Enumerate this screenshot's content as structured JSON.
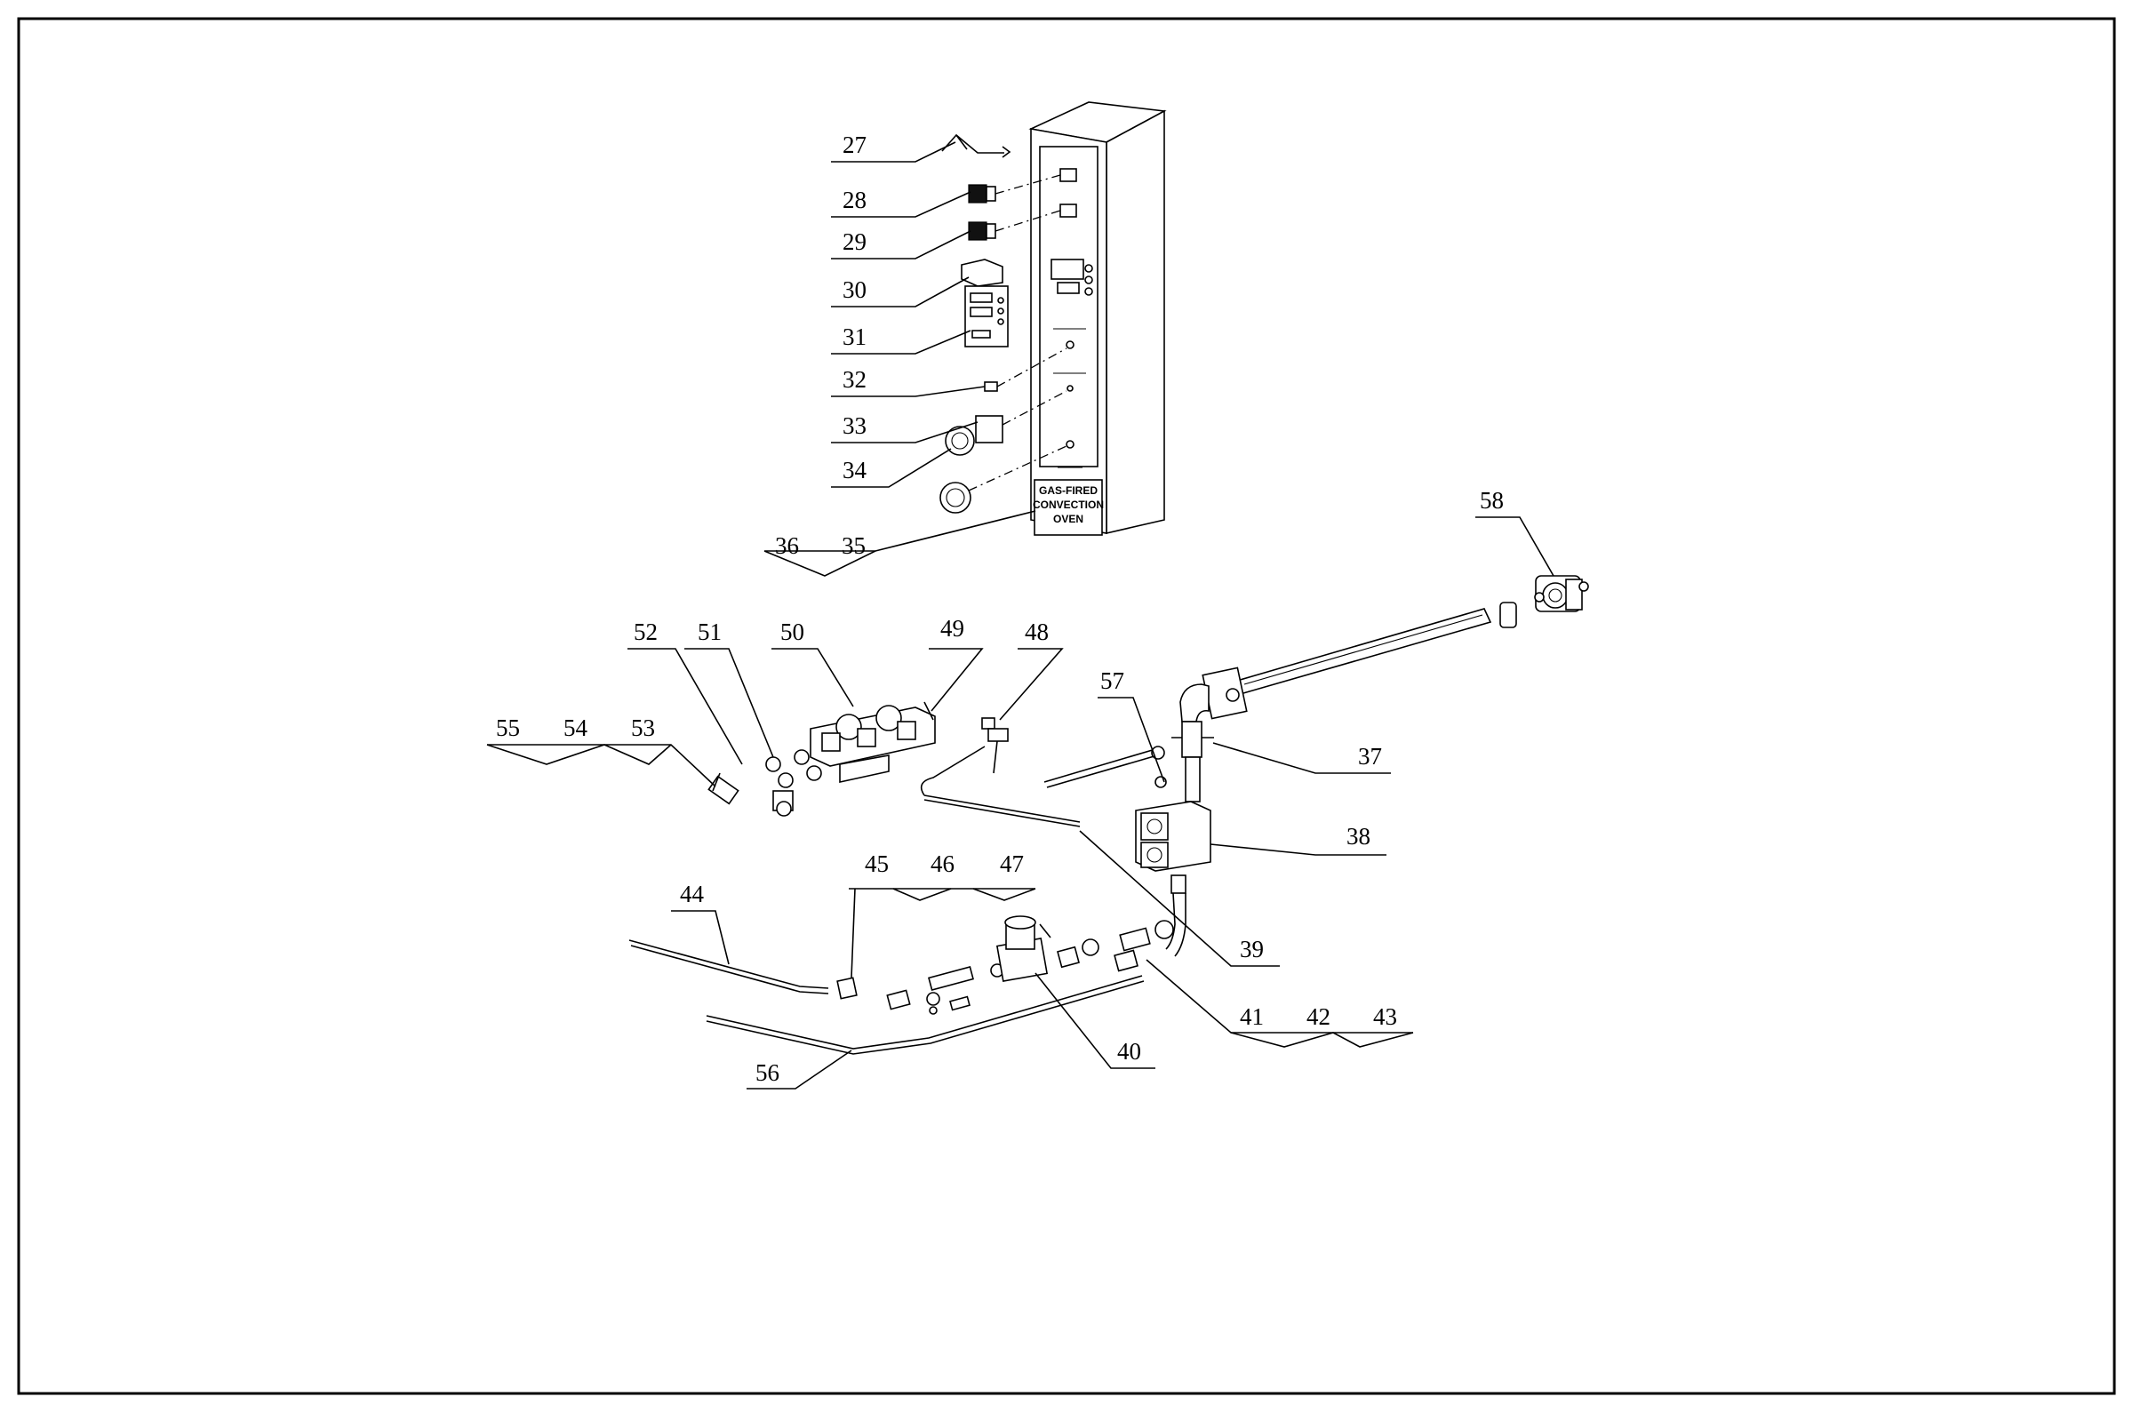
{
  "panel_label": [
    "GAS-FIRED",
    "CONVECTION",
    "OVEN"
  ],
  "callouts": [
    {
      "id": "27",
      "label": "27"
    },
    {
      "id": "28",
      "label": "28"
    },
    {
      "id": "29",
      "label": "29"
    },
    {
      "id": "30",
      "label": "30"
    },
    {
      "id": "31",
      "label": "31"
    },
    {
      "id": "32",
      "label": "32"
    },
    {
      "id": "33",
      "label": "33"
    },
    {
      "id": "34",
      "label": "34"
    },
    {
      "id": "35",
      "label": "35"
    },
    {
      "id": "36",
      "label": "36"
    },
    {
      "id": "37",
      "label": "37"
    },
    {
      "id": "38",
      "label": "38"
    },
    {
      "id": "39",
      "label": "39"
    },
    {
      "id": "40",
      "label": "40"
    },
    {
      "id": "41",
      "label": "41"
    },
    {
      "id": "42",
      "label": "42"
    },
    {
      "id": "43",
      "label": "43"
    },
    {
      "id": "44",
      "label": "44"
    },
    {
      "id": "45",
      "label": "45"
    },
    {
      "id": "46",
      "label": "46"
    },
    {
      "id": "47",
      "label": "47"
    },
    {
      "id": "48",
      "label": "48"
    },
    {
      "id": "49",
      "label": "49"
    },
    {
      "id": "50",
      "label": "50"
    },
    {
      "id": "51",
      "label": "51"
    },
    {
      "id": "52",
      "label": "52"
    },
    {
      "id": "53",
      "label": "53"
    },
    {
      "id": "54",
      "label": "54"
    },
    {
      "id": "55",
      "label": "55"
    },
    {
      "id": "56",
      "label": "56"
    },
    {
      "id": "57",
      "label": "57"
    },
    {
      "id": "58",
      "label": "58"
    }
  ]
}
